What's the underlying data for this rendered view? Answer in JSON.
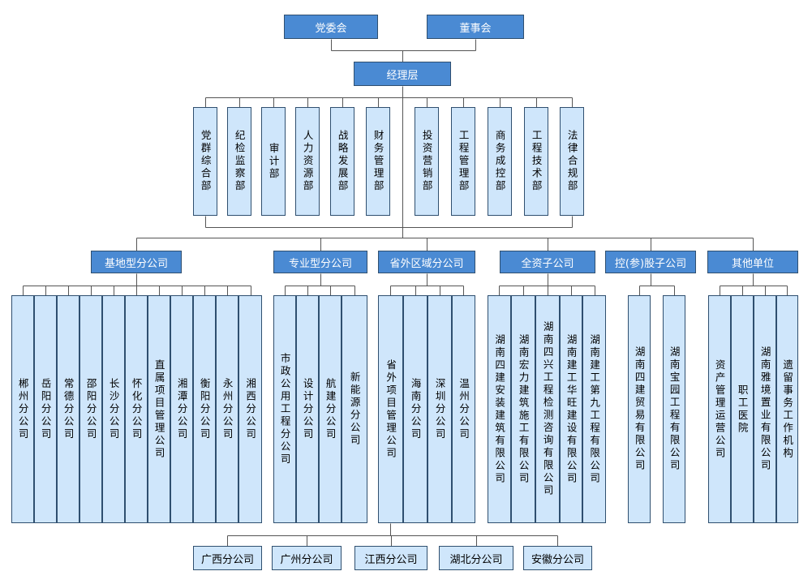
{
  "top": {
    "party_committee": "党委会",
    "board": "董事会",
    "management": "经理层"
  },
  "departments": [
    "党群综合部",
    "纪检监察部",
    "审计部",
    "人力资源部",
    "战略发展部",
    "财务管理部",
    "投资营销部",
    "工程管理部",
    "商务成控部",
    "工程技术部",
    "法律合规部"
  ],
  "groups": [
    {
      "title": "基地型分公司",
      "units": [
        "郴州分公司",
        "岳阳分公司",
        "常德分公司",
        "邵阳分公司",
        "长沙分公司",
        "怀化分公司",
        "直属项目管理公司",
        "湘潭分公司",
        "衡阳分公司",
        "永州分公司",
        "湘西分公司"
      ]
    },
    {
      "title": "专业型分公司",
      "units": [
        "市政公用工程分公司",
        "设计分公司",
        "航建分公司",
        "新能源分公司"
      ]
    },
    {
      "title": "省外区域分公司",
      "units": [
        "省外项目管理公司",
        "海南分公司",
        "深圳分公司",
        "温州分公司"
      ]
    },
    {
      "title": "全资子公司",
      "units": [
        "湖南四建安装建筑有限公司",
        "湖南宏力建筑施工有限公司",
        "湖南四兴工程检测咨询有限公司",
        "湖南建工华旺建设有限公司",
        "湖南建工第九工程有限公司"
      ]
    },
    {
      "title": "控(参)股子公司",
      "units": [
        "湖南四建贸易有限公司",
        "湖南宝园工程有限公司"
      ]
    },
    {
      "title": "其他单位",
      "units": [
        "资产管理运营公司",
        "职工医院",
        "湖南雅境置业有限公司",
        "遗留事务工作机构"
      ]
    }
  ],
  "provincial_branches": [
    "广西分公司",
    "广州分公司",
    "江西分公司",
    "湖北分公司",
    "安徽分公司"
  ]
}
